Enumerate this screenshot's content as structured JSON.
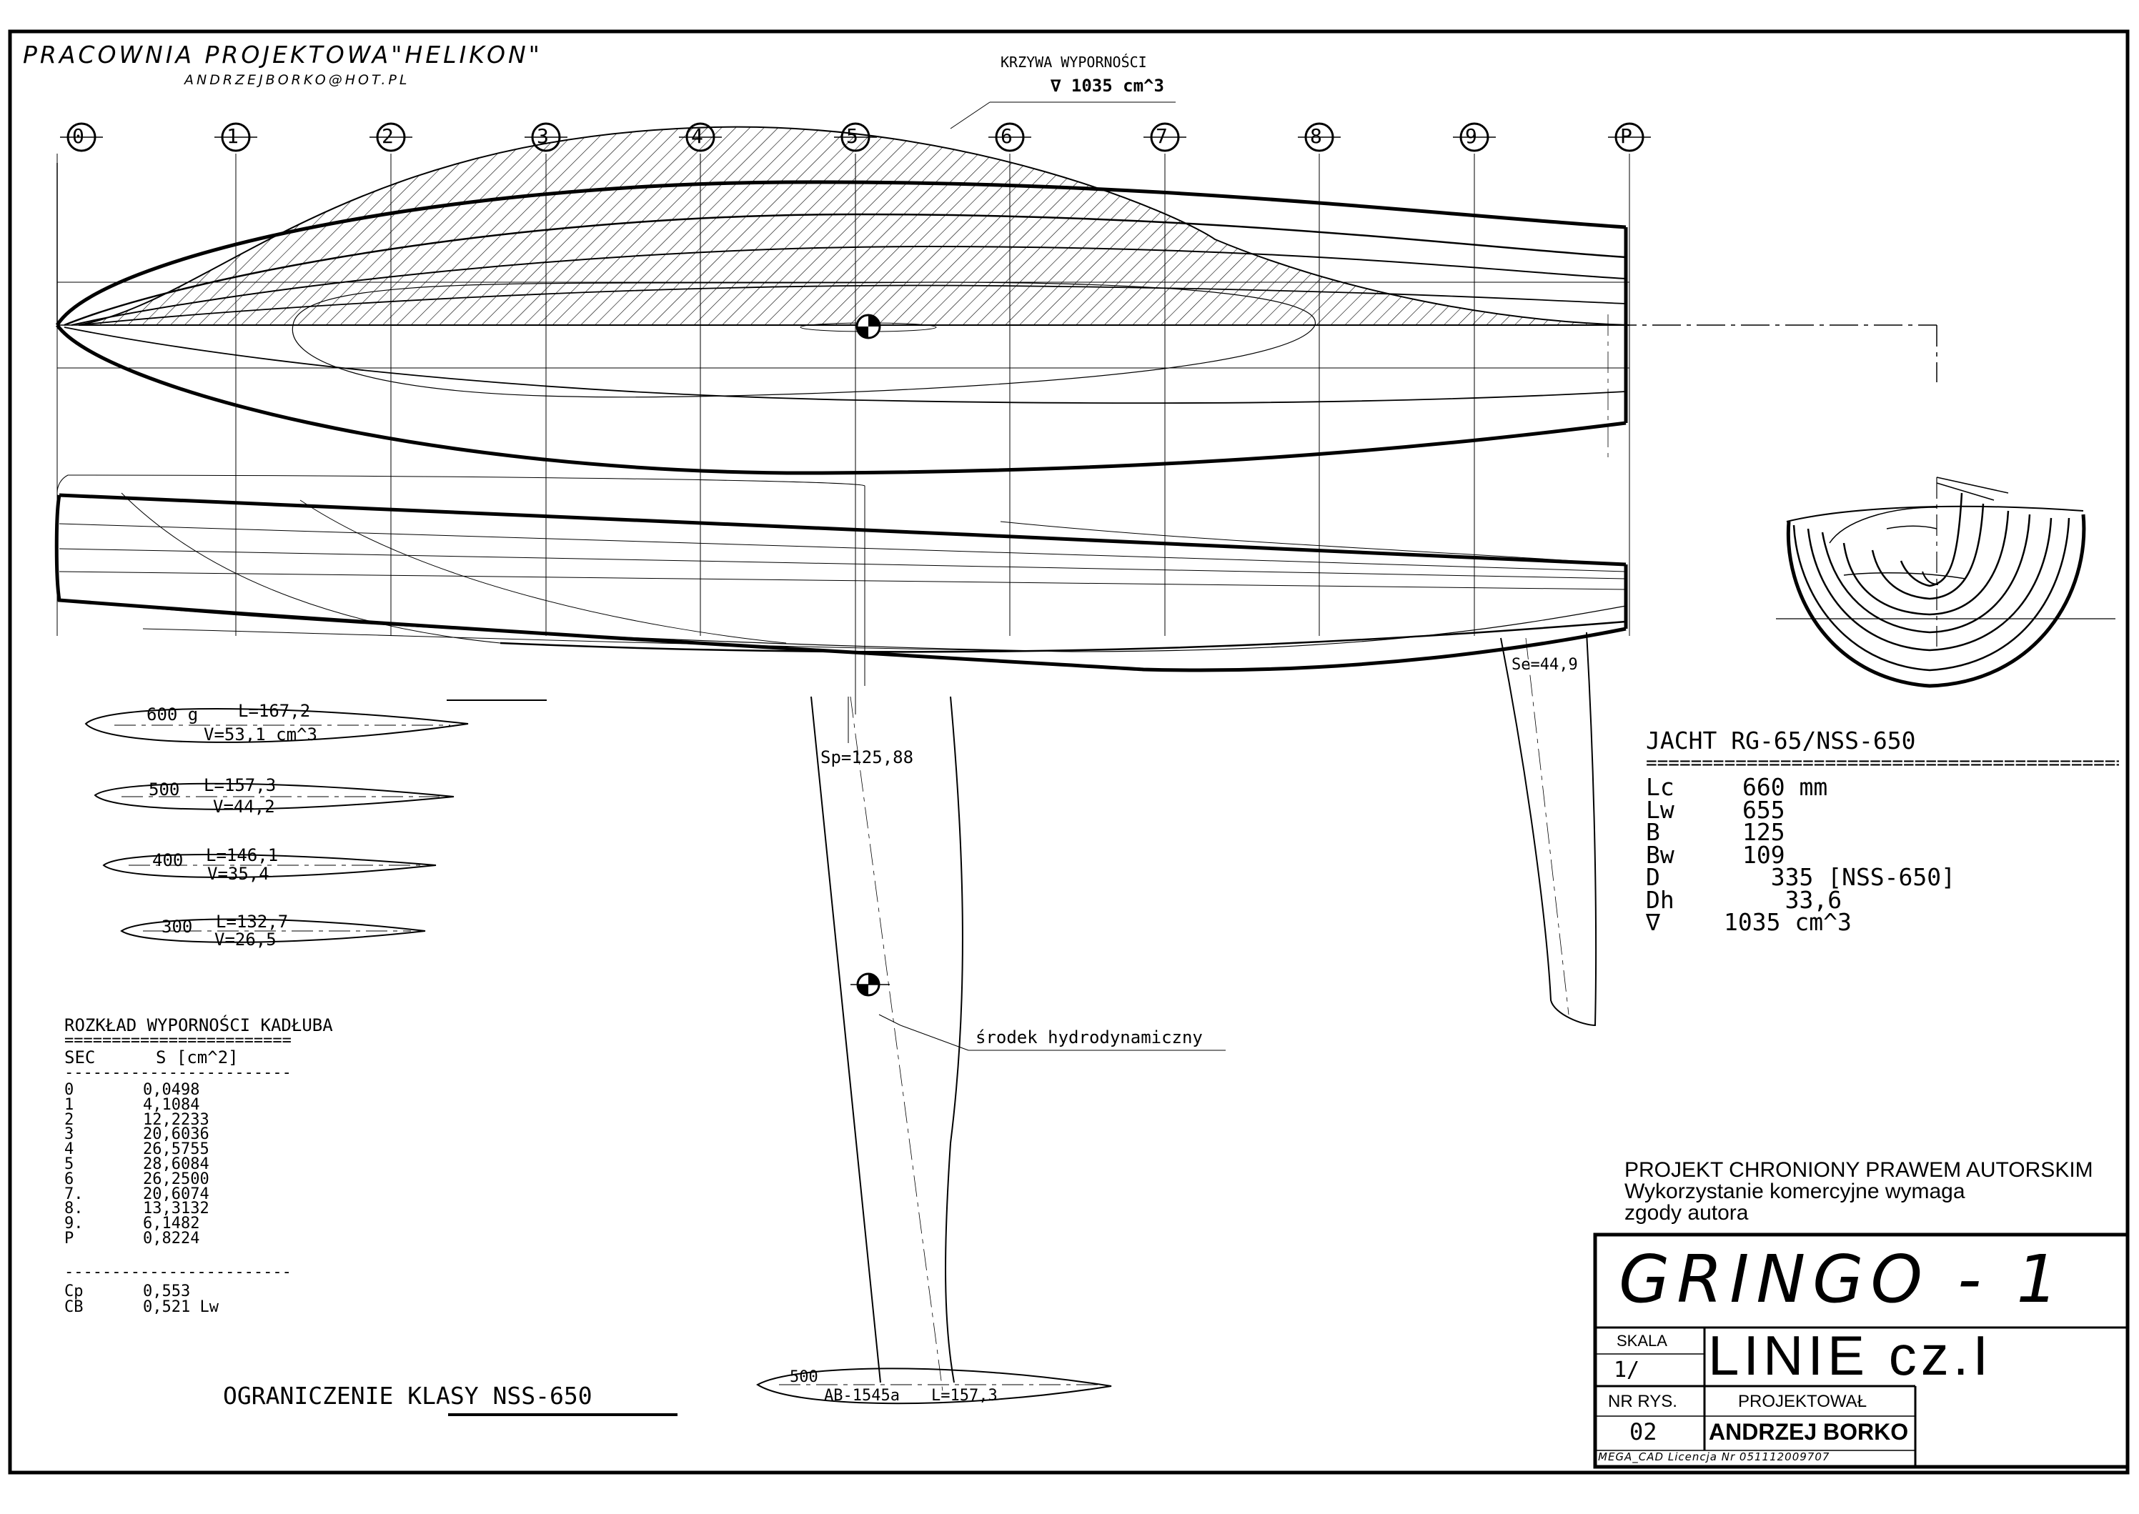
{
  "studio": {
    "name": "PRACOWNIA PROJEKTOWA\"HELIKON\"",
    "email": "ANDRZEJBORKO@HOT.PL"
  },
  "displacement_curve": {
    "label": "KRZYWA WYPORNOŚCI",
    "value": "∇ 1035 cm^3"
  },
  "stations": [
    "0",
    "1",
    "2",
    "3",
    "4",
    "5",
    "6",
    "7",
    "8",
    "9",
    "P"
  ],
  "bulb_sections": [
    {
      "mass": "600 g",
      "length": "L=167,2",
      "volume": "V=53,1 cm^3"
    },
    {
      "mass": "500",
      "length": "L=157,3",
      "volume": "V=44,2"
    },
    {
      "mass": "400",
      "length": "L=146,1",
      "volume": "V=35,4"
    },
    {
      "mass": "300",
      "length": "L=132,7",
      "volume": "V=26,5"
    }
  ],
  "keel": {
    "sp": "Sp=125,88",
    "center_label": "środek hydrodynamiczny",
    "foot_mass": "500",
    "foot_profile": "AB-1545a",
    "foot_length": "L=157,3"
  },
  "rudder": {
    "se": "Se=44,9"
  },
  "displacement_table": {
    "title": "ROZKŁAD WYPORNOŚCI KADŁUBA",
    "separator": "========================",
    "col_sec": "SEC",
    "col_s": "S [cm^2]",
    "dashes": "------------------------",
    "rows": [
      {
        "sec": "0",
        "s": "0,0498"
      },
      {
        "sec": "1",
        "s": "4,1084"
      },
      {
        "sec": "2",
        "s": "12,2233"
      },
      {
        "sec": "3",
        "s": "20,6036"
      },
      {
        "sec": "4",
        "s": "26,5755"
      },
      {
        "sec": "5",
        "s": "28,6084"
      },
      {
        "sec": "6",
        "s": "26,2500"
      },
      {
        "sec": "7.",
        "s": "20,6074"
      },
      {
        "sec": "8.",
        "s": "13,3132"
      },
      {
        "sec": "9.",
        "s": "6,1482"
      },
      {
        "sec": "P",
        "s": "0,8224"
      }
    ],
    "cp_label": "Cp",
    "cp_value": "0,553",
    "cb_label": "CB",
    "cb_value": "0,521 Lw"
  },
  "class_limit": "OGRANICZENIE KLASY NSS-650",
  "specs": {
    "title": "JACHT RG-65/NSS-650",
    "separator": "=============================================",
    "rows": [
      {
        "k": "Lc",
        "v": "660 mm"
      },
      {
        "k": "Lw",
        "v": "655"
      },
      {
        "k": "B",
        "v": "125"
      },
      {
        "k": "Bw",
        "v": "109"
      },
      {
        "k": "D",
        "v": "  335 [NSS-650]"
      },
      {
        "k": "Dh",
        "v": "   33,6"
      },
      {
        "k": "∇",
        "v": "1035 cm^3"
      }
    ]
  },
  "copyright": {
    "line1": "PROJEKT CHRONIONY PRAWEM AUTORSKIM",
    "line2": "Wykorzystanie komercyjne wymaga",
    "line3": "zgody autora"
  },
  "title_block": {
    "project": "GRINGO - 1",
    "scale_label": "SKALA",
    "scale_value": "1/",
    "drawing_title": "LINIE cz.I",
    "drawing_no_label": "NR RYS.",
    "drawing_no": "02",
    "designer_label": "PROJEKTOWAŁ",
    "designer": "ANDRZEJ BORKO",
    "license": "MEGA_CAD Licencja Nr 051112009707"
  }
}
